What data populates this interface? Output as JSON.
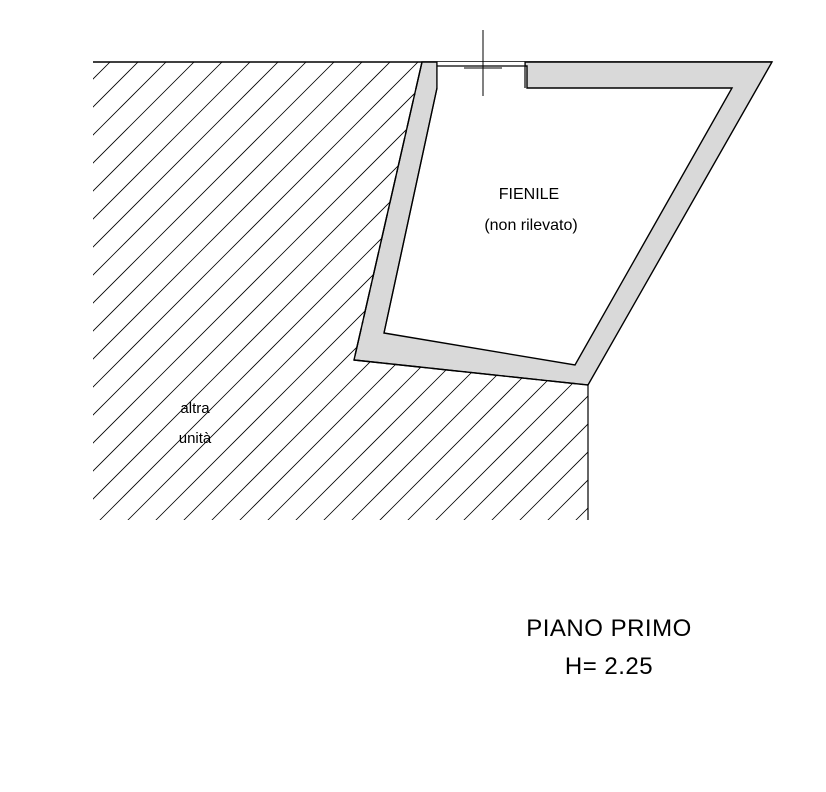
{
  "plan": {
    "room": {
      "name": "FIENILE",
      "note": "(non rilevato)"
    },
    "adjacent_unit": {
      "line1": "altra",
      "line2": "unità"
    },
    "floor": {
      "title": "PIANO PRIMO",
      "height": "H= 2.25"
    },
    "colors": {
      "lines": "#000000",
      "wall_fill": "#d9d9d9",
      "background": "#ffffff"
    }
  }
}
